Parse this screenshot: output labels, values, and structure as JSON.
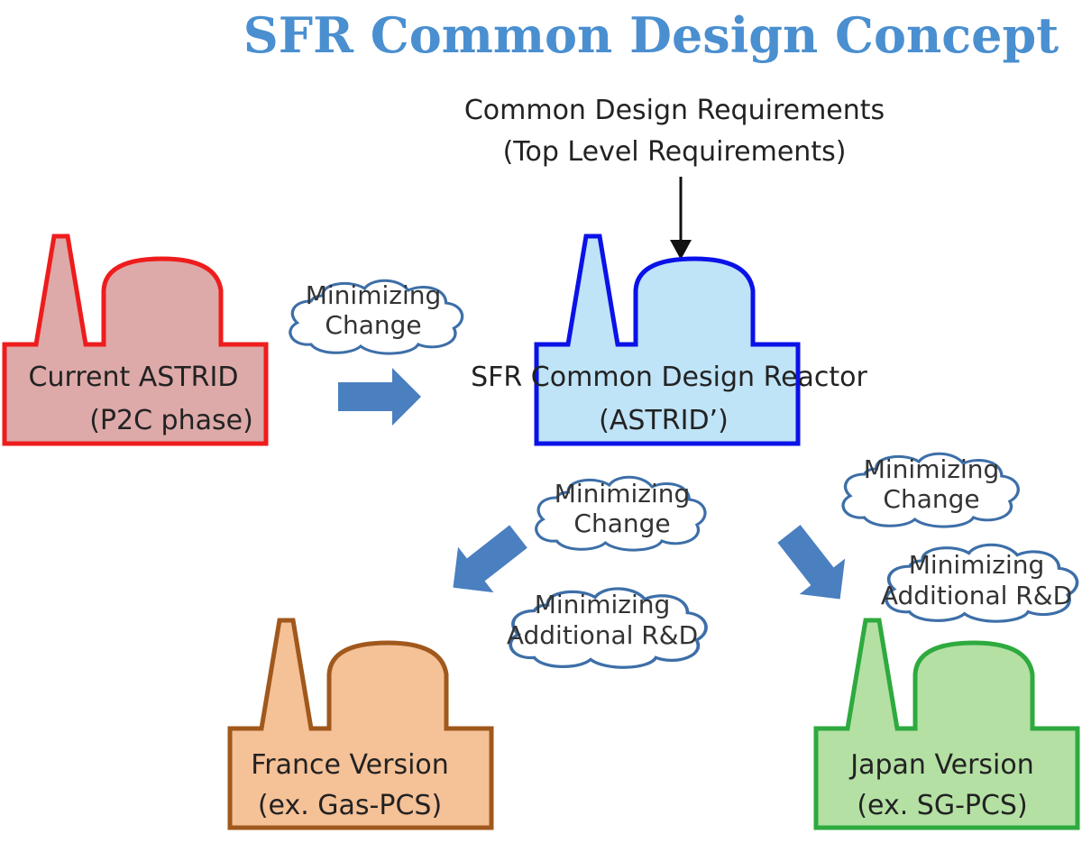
{
  "title": "SFR Common Design Concept",
  "requirements": {
    "line1": "Common Design Requirements",
    "line2": "(Top Level Requirements)"
  },
  "reactors": {
    "current": {
      "line1": "Current ASTRID",
      "line2": "(P2C phase)",
      "fill": "#dda9a9",
      "stroke": "#ee1c1c"
    },
    "common": {
      "line1": "SFR Common Design Reactor",
      "line2": "(ASTRID’)",
      "fill": "#bfe3f7",
      "stroke": "#0a12e8"
    },
    "france": {
      "line1": "France Version",
      "line2": "(ex. Gas-PCS)",
      "fill": "#f5c197",
      "stroke": "#a0581c"
    },
    "japan": {
      "line1": "Japan Version",
      "line2": "(ex. SG-PCS)",
      "fill": "#b4e0a4",
      "stroke": "#2eaa3e"
    }
  },
  "clouds": {
    "c1": {
      "line1": "Minimizing",
      "line2": "Change"
    },
    "c2": {
      "line1": "Minimizing",
      "line2": "Change"
    },
    "c3": {
      "line1": "Minimizing",
      "line2": "Additional R&D"
    },
    "c4": {
      "line1": "Minimizing",
      "line2": "Change"
    },
    "c5": {
      "line1": "Minimizing",
      "line2": "Additional R&D"
    }
  },
  "colors": {
    "title": "#4a8fd0",
    "arrow": "#4a7fc0",
    "cloud_stroke": "#3d6fa8"
  }
}
